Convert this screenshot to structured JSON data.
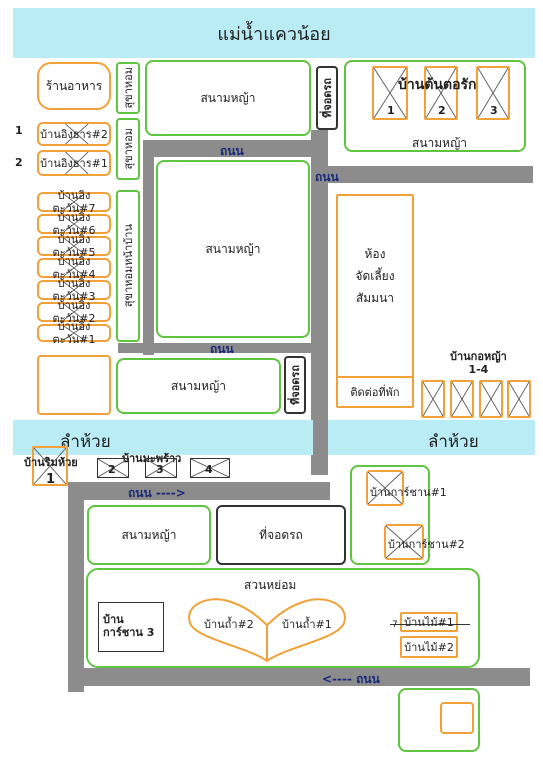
{
  "river": {
    "name": "แม่น้ำแควน้อย"
  },
  "streams": {
    "left": "ลำห้วย",
    "right": "ลำห้วย"
  },
  "roads": {
    "r1": "ถนน",
    "r2": "ถนน",
    "r3": "ถนน",
    "r4": "ถนน ---->",
    "r5": "<---- ถนน"
  },
  "places": {
    "restaurant": "ร้านอาหาร",
    "toilet1": "สุขาหอม",
    "toilet2": "สุขาหอม",
    "toilet_door": "สุขาหอมหน้าบ้าน",
    "lawn_top": "สนามหญ้า",
    "lawn_center": "สนามหญ้า",
    "lawn_mid": "สนามหญ้า",
    "lawn_lower": "สนามหญ้า",
    "lawn_tr": "สนามหญ้า",
    "parking1": "ที่จอดรถ",
    "parking2": "ที่จอดรถ",
    "parking3": "ที่จอดรถ",
    "meeting": "ห้อง\nจัดเลี้ยง\nสัมมนา",
    "contact": "ติดต่อที่พัก",
    "garden": "สวนหย่อม",
    "tonplai_group": "บ้านต้นตอรัก",
    "koyya_group": "บ้านกอหญ้า\n1-4",
    "maprao_group": "บ้านมะพร้าว",
    "single_house": "บ้านริมห้วย",
    "cave1": "บ้านถ้ำ#1",
    "cave2": "บ้านถ้ำ#2",
    "kar3": "บ้าน\nการ์ชาน 3",
    "kar1": "บ้านการ์ชาน#1",
    "kar2": "บ้านการ์ชาน#2",
    "mai1": "บ้านไม้#1",
    "mai2": "บ้านไม้#2"
  },
  "left_column": [
    "บ้านอิงธาร#2",
    "บ้านอิงธาร#1"
  ],
  "left_labels": [
    "1",
    "2"
  ],
  "tara_column": [
    "บ้านอิงตะวัน#7",
    "บ้านอิงตะวัน#6",
    "บ้านอิงตะวัน#5",
    "บ้านอิงตะวัน#4",
    "บ้านอิงตะวัน#3",
    "บ้านอิงตะวัน#2",
    "บ้านอิงตะวัน#1"
  ],
  "tonplai_nums": [
    "1",
    "2",
    "3"
  ],
  "maprao_nums": [
    "2",
    "3",
    "4"
  ],
  "single_num": "1",
  "mai_marker": "7"
}
